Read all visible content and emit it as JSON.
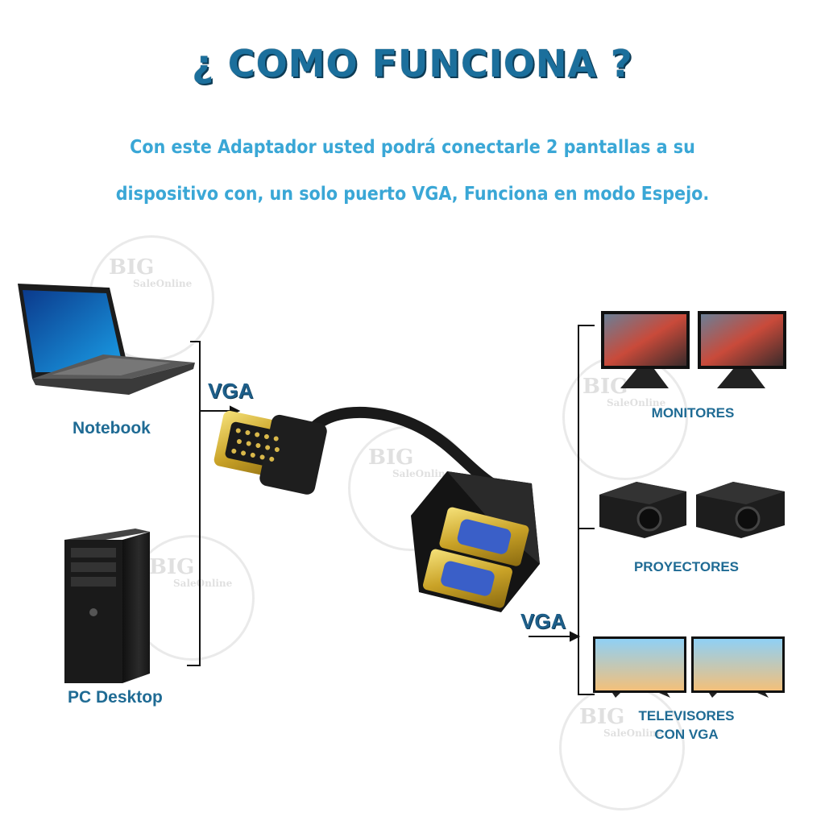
{
  "title": "¿ COMO FUNCIONA ?",
  "subtitle_line1": "Con este Adaptador usted podrá conectarle 2 pantallas a su",
  "subtitle_line2": "dispositivo con, un solo puerto VGA, Funciona en modo Espejo.",
  "left": {
    "notebook_label": "Notebook",
    "desktop_label": "PC Desktop",
    "vga_label": "VGA"
  },
  "right": {
    "vga_label": "VGA",
    "monitors_label": "MONITORES",
    "projectors_label": "PROYECTORES",
    "tv_label_line1": "TELEVISORES",
    "tv_label_line2": "CON VGA"
  },
  "watermark": {
    "line1": "BIG",
    "line2": "SaleOnline"
  },
  "colors": {
    "title": "#1b6f9c",
    "subtitle": "#3aa7d6",
    "label": "#1f6b94"
  }
}
